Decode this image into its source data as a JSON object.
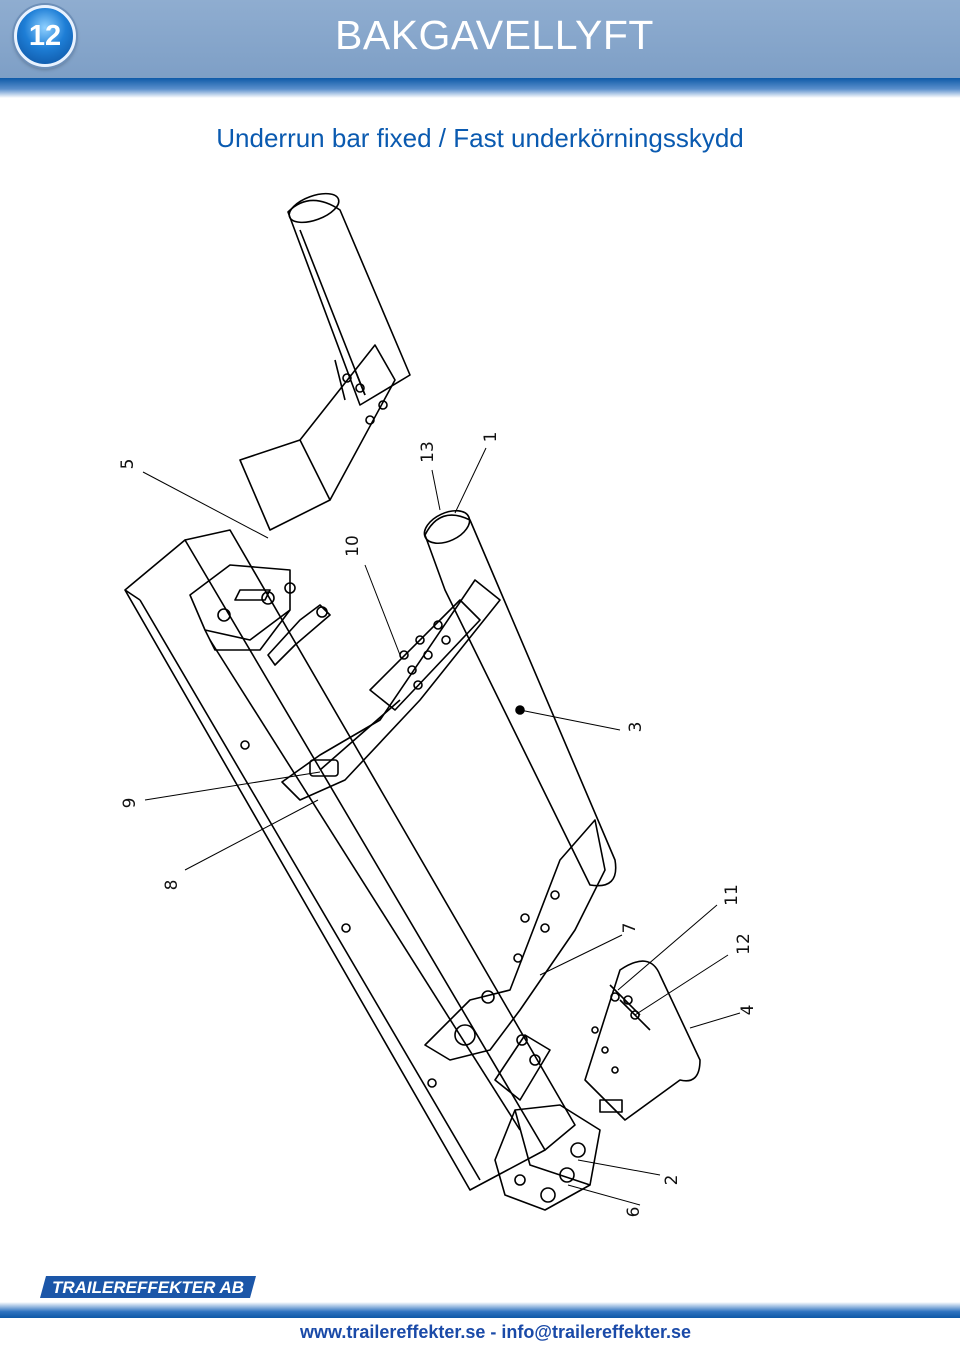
{
  "header": {
    "badge_number": "12",
    "title": "BAKGAVELLYFT",
    "background_color": "#8aa8cc",
    "accent_color": "#0e5aa8"
  },
  "subtitle": "Underrun bar fixed / Fast underkörningsskydd",
  "callouts": [
    {
      "id": "callout-5",
      "label": "5"
    },
    {
      "id": "callout-13",
      "label": "13"
    },
    {
      "id": "callout-1",
      "label": "1"
    },
    {
      "id": "callout-10",
      "label": "10"
    },
    {
      "id": "callout-3",
      "label": "3"
    },
    {
      "id": "callout-9",
      "label": "9"
    },
    {
      "id": "callout-8",
      "label": "8"
    },
    {
      "id": "callout-11",
      "label": "11"
    },
    {
      "id": "callout-7",
      "label": "7"
    },
    {
      "id": "callout-12",
      "label": "12"
    },
    {
      "id": "callout-4",
      "label": "4"
    },
    {
      "id": "callout-2",
      "label": "2"
    },
    {
      "id": "callout-6",
      "label": "6"
    }
  ],
  "footer": {
    "logo_text": "TRAILEREFFEKTER AB",
    "contact": "www.trailereffekter.se - info@trailereffekter.se"
  }
}
